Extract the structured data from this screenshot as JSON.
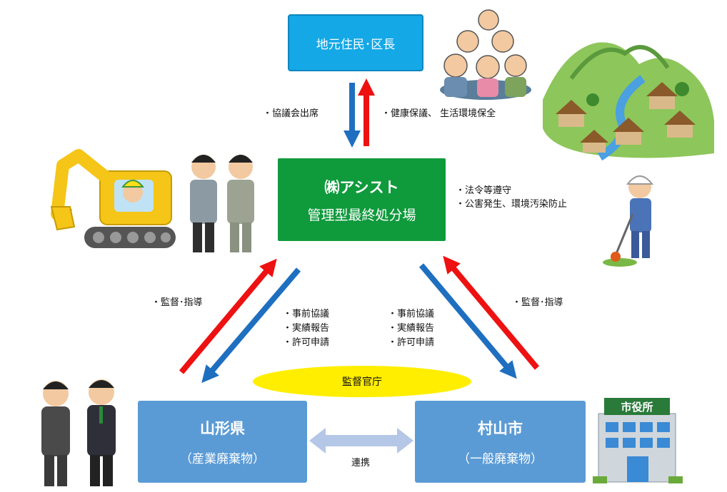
{
  "nodes": {
    "residents": "地元住民･区長",
    "company": "㈱アシスト",
    "facility": "管理型最終処分場",
    "prefecture": "山形県",
    "prefecture_scope": "（産業廃棄物）",
    "city": "村山市",
    "city_scope": "（一般廃棄物）",
    "regulator": "監督官庁",
    "city_hall_sign": "市役所"
  },
  "edges": {
    "to_residents": "・協議会出席",
    "from_residents": "・健康保議、 生活環境保全",
    "compliance_1": "・法令等遵守",
    "compliance_2": "・公害発生、環境汚染防止",
    "pref_guidance": "・監督･指導",
    "city_guidance": "・監督･指導",
    "reports_left": [
      "・事前協議",
      "・実績報告",
      "・許可申請"
    ],
    "reports_right": [
      "・事前協議",
      "・実績報告",
      "・許可申請"
    ],
    "collaboration": "連携"
  },
  "colors": {
    "red_arrow": "#ee1111",
    "blue_arrow": "#1f6fc0",
    "residents_box": "#14a8e6",
    "company_box": "#0f9a3c",
    "government_box": "#5b9bd5",
    "regulator_oval": "#ffee00",
    "collab_arrow": "#b4c7e7"
  }
}
